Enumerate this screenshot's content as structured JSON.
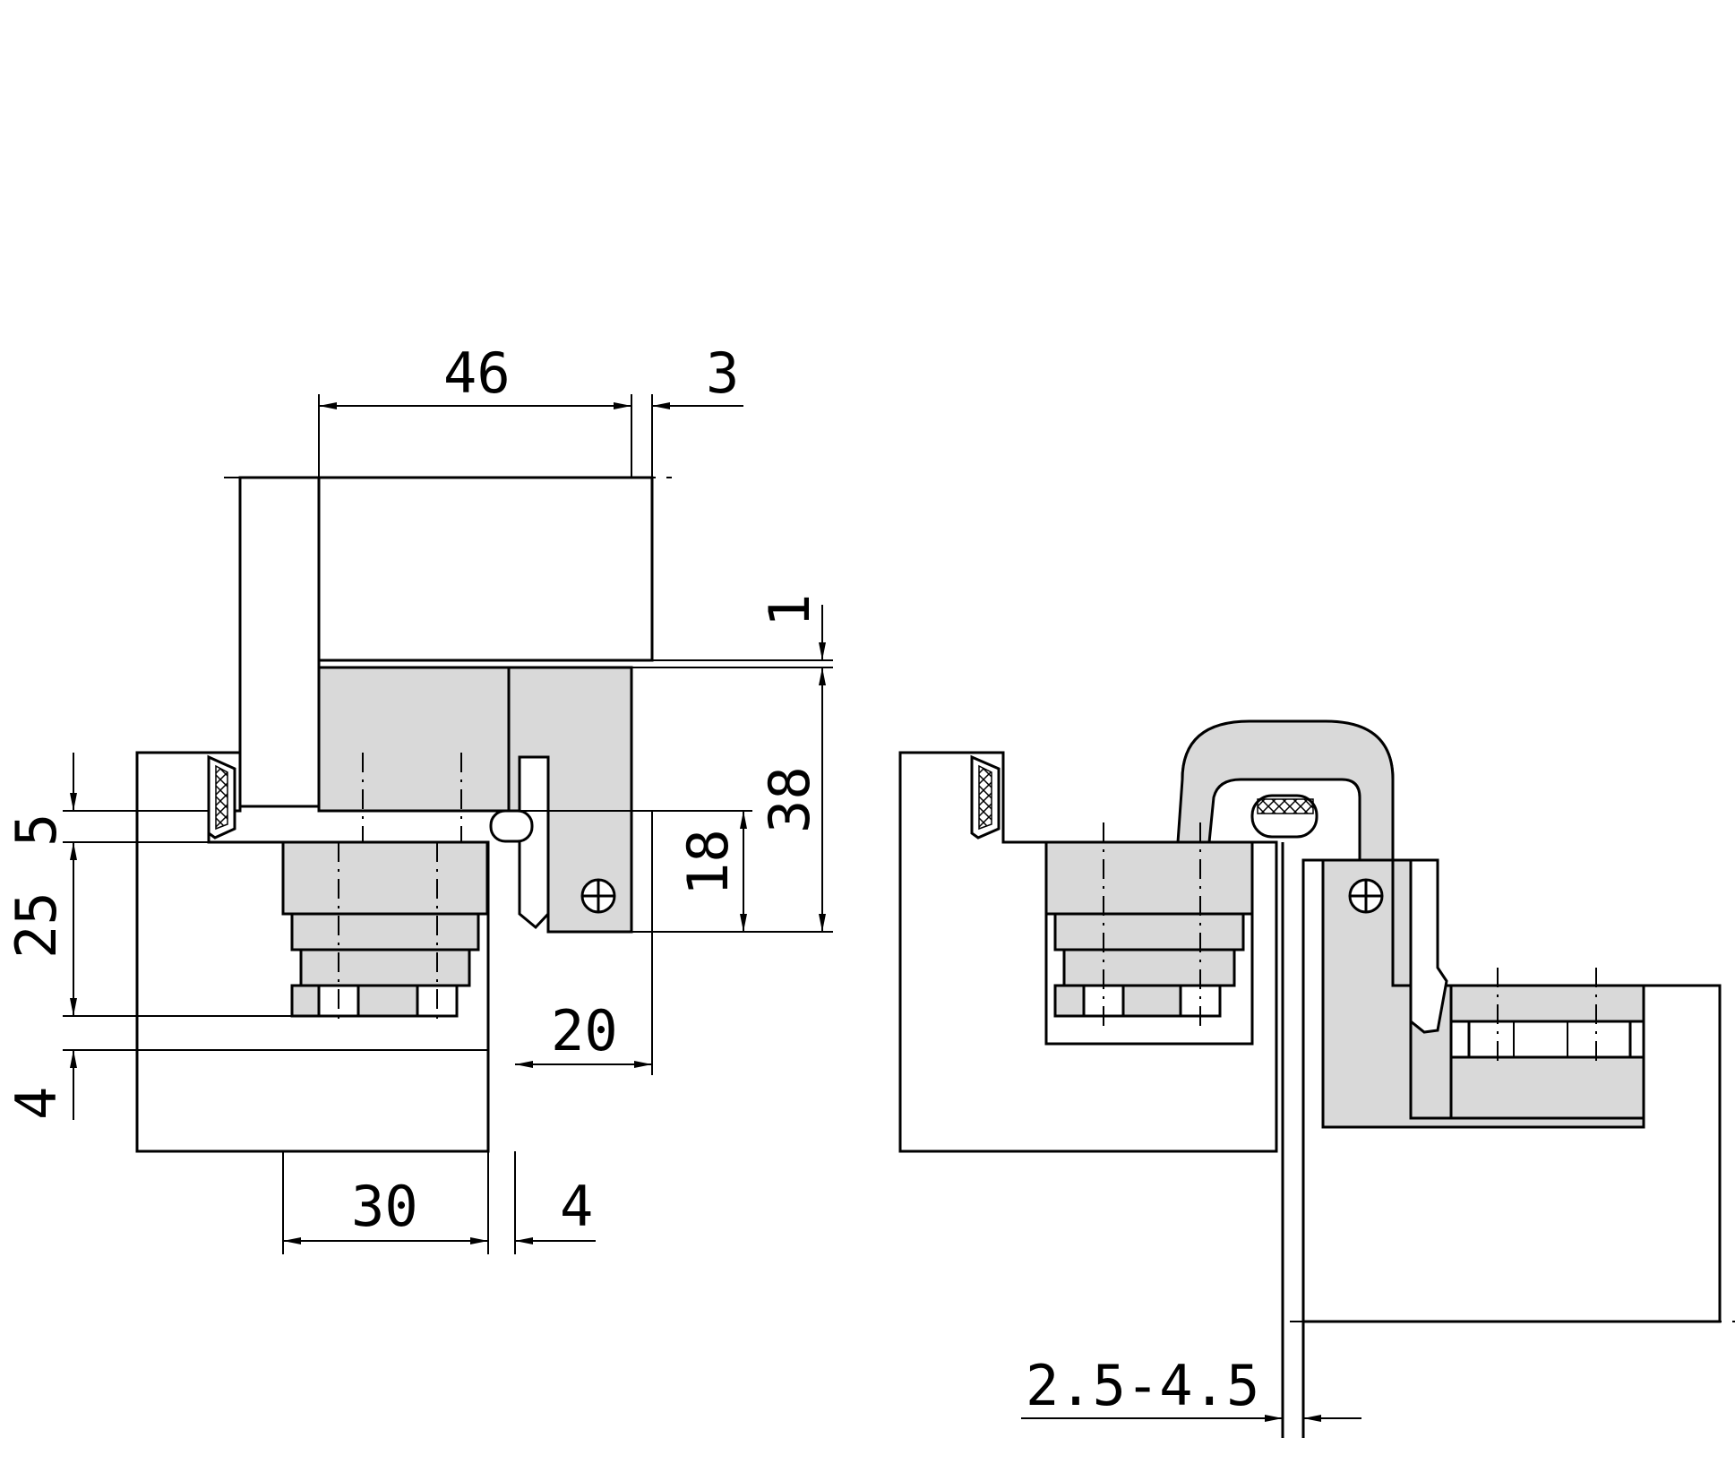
{
  "diagram": {
    "left_view": {
      "dimensions": {
        "d46": "46",
        "d3": "3",
        "d1": "1",
        "d38": "38",
        "d18": "18",
        "d5": "5",
        "d25": "25",
        "d4_left": "4",
        "d20": "20",
        "d30": "30",
        "d4_bottom": "4"
      }
    },
    "right_view": {
      "dimensions": {
        "gap": "2.5-4.5"
      }
    },
    "colors": {
      "line": "#000000",
      "part_fill": "#d9d9d9",
      "background": "#ffffff"
    }
  }
}
